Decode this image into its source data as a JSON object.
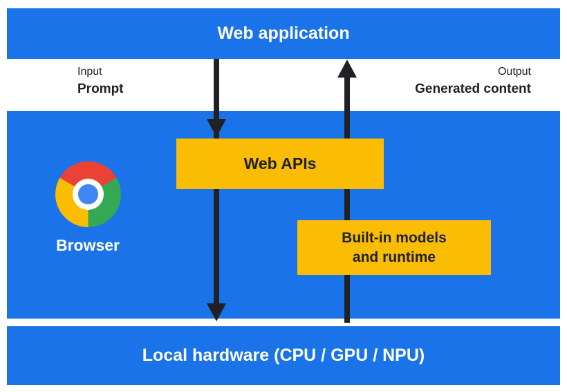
{
  "colors": {
    "blue": "#1a73e8",
    "yellow": "#fbbc04",
    "dark": "#202124",
    "white": "#ffffff",
    "chrome_red": "#ea4335",
    "chrome_green": "#34a853",
    "chrome_yellow": "#fbbc04",
    "chrome_blue": "#4285f4"
  },
  "nodes": {
    "web_application": {
      "label": "Web application"
    },
    "browser": {
      "label": "Browser"
    },
    "web_apis": {
      "label": "Web APIs"
    },
    "builtin": {
      "line1": "Built-in models",
      "line2": "and runtime"
    },
    "local_hardware": {
      "label": "Local hardware (CPU / GPU / NPU)"
    }
  },
  "flows": {
    "input": {
      "label": "Input",
      "sublabel": "Prompt",
      "direction": "down",
      "from": "Web application",
      "to": "Local hardware (CPU / GPU / NPU)",
      "via": "Web APIs"
    },
    "output": {
      "label": "Output",
      "sublabel": "Generated content",
      "direction": "up",
      "from": "Local hardware (CPU / GPU / NPU)",
      "to": "Web application",
      "via": "Built-in models and runtime"
    }
  }
}
